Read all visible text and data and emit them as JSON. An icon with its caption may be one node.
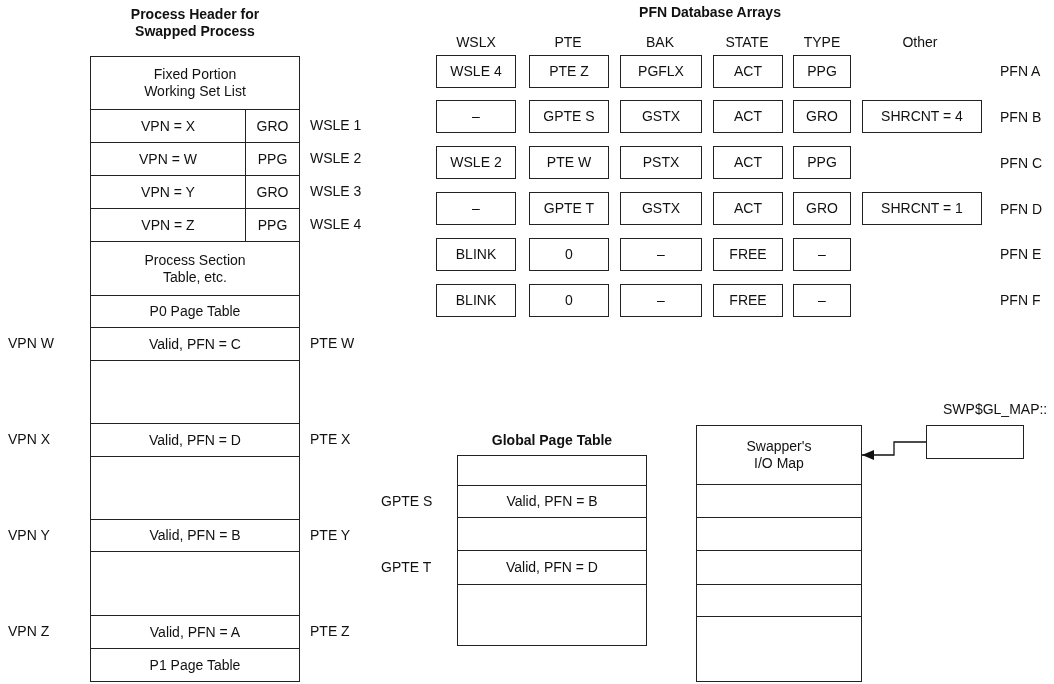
{
  "diagram": {
    "nodes": [
      {
        "text": [
          "Process Header for Swapped Process"
        ]
      },
      {
        "text": [
          "Fixed Portion Working Set List"
        ],
        "in": 0
      },
      {
        "text": [
          "VPN = X"
        ],
        "in": 0
      },
      {
        "text": [
          "GRO"
        ],
        "in": 0,
        "beside": [
          "WSLE 1"
        ]
      },
      {
        "text": [
          "VPN = W"
        ],
        "in": 0
      },
      {
        "text": [
          "PPG"
        ],
        "in": 0,
        "beside": [
          "WSLE 2"
        ]
      },
      {
        "text": [
          "VPN = Y"
        ],
        "in": 0
      },
      {
        "text": [
          "GRO"
        ],
        "in": 0,
        "beside": [
          "WSLE 3"
        ]
      },
      {
        "text": [
          "VPN = Z"
        ],
        "in": 0
      },
      {
        "text": [
          "PPG"
        ],
        "in": 0,
        "beside": [
          "WSLE 4"
        ]
      },
      {
        "text": [
          "Process Section Table, etc."
        ],
        "in": 0
      },
      {
        "text": [
          "P0 Page Table"
        ],
        "in": 0
      },
      {
        "text": [
          "Valid, PFN = C"
        ],
        "in": 0,
        "beside": [
          "VPN W",
          "PTE W"
        ]
      },
      {
        "text": [],
        "shape": "box",
        "in": 0
      },
      {
        "text": [
          "Valid, PFN = D"
        ],
        "in": 0,
        "beside": [
          "VPN X",
          "PTE X"
        ]
      },
      {
        "text": [],
        "shape": "box",
        "in": 0
      },
      {
        "text": [
          "Valid, PFN = B"
        ],
        "in": 0,
        "beside": [
          "VPN Y",
          "PTE Y"
        ]
      },
      {
        "text": [],
        "shape": "box",
        "in": 0
      },
      {
        "text": [
          "Valid, PFN = A"
        ],
        "in": 0,
        "beside": [
          "VPN Z",
          "PTE Z"
        ]
      },
      {
        "text": [
          "P1 Page Table"
        ],
        "in": 0
      },
      {
        "text": [
          "PFN Database Arrays"
        ]
      },
      {
        "text": [
          "WSLE 4"
        ],
        "in": 20
      },
      {
        "text": [
          "PTE Z"
        ],
        "in": 20
      },
      {
        "text": [
          "PGFLX"
        ],
        "in": 20
      },
      {
        "text": [
          "ACT"
        ],
        "in": 20
      },
      {
        "text": [
          "PPG"
        ],
        "in": 20
      },
      {
        "text": [
          "–"
        ],
        "in": 20
      },
      {
        "text": [
          "GPTE S"
        ],
        "in": 20
      },
      {
        "text": [
          "GSTX"
        ],
        "in": 20
      },
      {
        "text": [
          "ACT"
        ],
        "in": 20
      },
      {
        "text": [
          "GRO"
        ],
        "in": 20
      },
      {
        "text": [
          "SHRCNT = 4"
        ],
        "in": 20
      },
      {
        "text": [
          "WSLE 2"
        ],
        "in": 20
      },
      {
        "text": [
          "PTE W"
        ],
        "in": 20
      },
      {
        "text": [
          "PSTX"
        ],
        "in": 20
      },
      {
        "text": [
          "ACT"
        ],
        "in": 20
      },
      {
        "text": [
          "PPG"
        ],
        "in": 20
      },
      {
        "text": [
          "–"
        ],
        "in": 20
      },
      {
        "text": [
          "GPTE T"
        ],
        "in": 20
      },
      {
        "text": [
          "GSTX"
        ],
        "in": 20
      },
      {
        "text": [
          "ACT"
        ],
        "in": 20
      },
      {
        "text": [
          "GRO"
        ],
        "in": 20
      },
      {
        "text": [
          "SHRCNT = 1"
        ],
        "in": 20
      },
      {
        "text": [
          "BLINK"
        ],
        "in": 20
      },
      {
        "text": [
          "0"
        ],
        "in": 20
      },
      {
        "text": [
          "–"
        ],
        "in": 20
      },
      {
        "text": [
          "FREE"
        ],
        "in": 20
      },
      {
        "text": [
          "–"
        ],
        "in": 20
      },
      {
        "text": [
          "BLINK"
        ],
        "in": 20
      },
      {
        "text": [
          "0"
        ],
        "in": 20
      },
      {
        "text": [
          "–"
        ],
        "in": 20
      },
      {
        "text": [
          "FREE"
        ],
        "in": 20
      },
      {
        "text": [
          "–"
        ],
        "in": 20
      },
      {
        "text": [
          "Global Page Table"
        ]
      },
      {
        "text": [],
        "shape": "box",
        "in": 53
      },
      {
        "text": [
          "Valid, PFN = B"
        ],
        "in": 53,
        "beside": [
          "GPTE S"
        ]
      },
      {
        "text": [],
        "shape": "box",
        "in": 53
      },
      {
        "text": [
          "Valid, PFN = D"
        ],
        "in": 53,
        "beside": [
          "GPTE T"
        ]
      },
      {
        "text": [],
        "shape": "box",
        "in": 53
      },
      {
        "text": [
          "Swapper's I/O Map"
        ]
      },
      {
        "text": [],
        "shape": "box"
      },
      {
        "text": [],
        "shape": "box"
      },
      {
        "text": [],
        "shape": "box"
      },
      {
        "text": [],
        "shape": "box"
      },
      {
        "text": [],
        "shape": "box"
      },
      {
        "text": [],
        "shape": "box",
        "beside": [
          "SWP$GL_MAP::"
        ]
      }
    ],
    "edges": [
      {
        "from": 65,
        "to": 59,
        "arrow": "to"
      }
    ],
    "labels": [
      "WSLX",
      "PTE",
      "BAK",
      "STATE",
      "TYPE",
      "Other",
      "PFN A",
      "PFN B",
      "PFN C",
      "PFN D",
      "PFN E",
      "PFN F"
    ]
  }
}
